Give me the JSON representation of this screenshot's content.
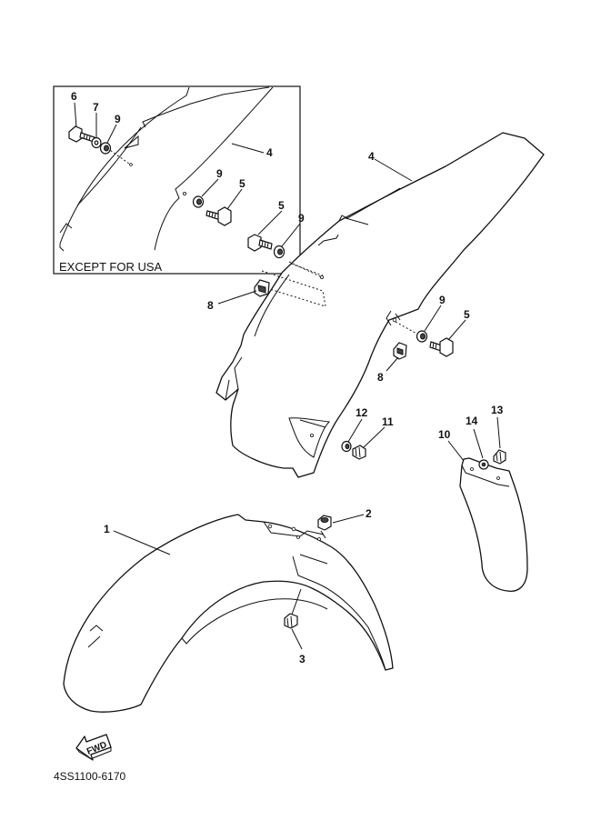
{
  "inset": {
    "caption": "EXCEPT FOR USA"
  },
  "callouts": {
    "inset_6": "6",
    "inset_7": "7",
    "inset_9a": "9",
    "inset_4": "4",
    "inset_9b": "9",
    "inset_5": "5",
    "main_4": "4",
    "main_5a": "5",
    "main_9a": "9",
    "main_8a": "8",
    "main_9b": "9",
    "main_5b": "5",
    "main_8b": "8",
    "main_12": "12",
    "main_11": "11",
    "main_10": "10",
    "main_14": "14",
    "main_13": "13",
    "main_1": "1",
    "main_2": "2",
    "main_3": "3"
  },
  "direction_arrow": {
    "label": "FWD"
  },
  "diagram_code": "4SS1100-6170"
}
